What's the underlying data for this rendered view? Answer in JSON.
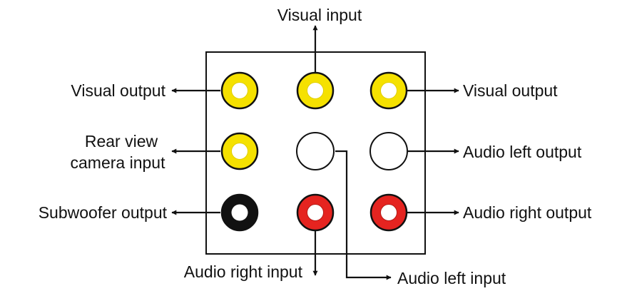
{
  "labels": {
    "visual_input": "Visual input",
    "visual_output_left": "Visual output",
    "visual_output_right": "Visual output",
    "rear_view_line1": "Rear view",
    "rear_view_line2": "camera input",
    "audio_left_output": "Audio left output",
    "subwoofer_output": "Subwoofer output",
    "audio_right_output": "Audio right output",
    "audio_right_input": "Audio right input",
    "audio_left_input": "Audio left input"
  },
  "jacks": [
    {
      "name": "visual-output-left-jack",
      "color": "#f5e100"
    },
    {
      "name": "visual-input-jack",
      "color": "#f5e100"
    },
    {
      "name": "visual-output-right-jack",
      "color": "#f5e100"
    },
    {
      "name": "rear-view-camera-input-jack",
      "color": "#f5e100"
    },
    {
      "name": "audio-left-input-jack",
      "color": "#ffffff"
    },
    {
      "name": "audio-left-output-jack",
      "color": "#ffffff"
    },
    {
      "name": "subwoofer-output-jack",
      "color": "#111111"
    },
    {
      "name": "audio-right-input-jack",
      "color": "#e52420"
    },
    {
      "name": "audio-right-output-jack",
      "color": "#e52420"
    }
  ]
}
